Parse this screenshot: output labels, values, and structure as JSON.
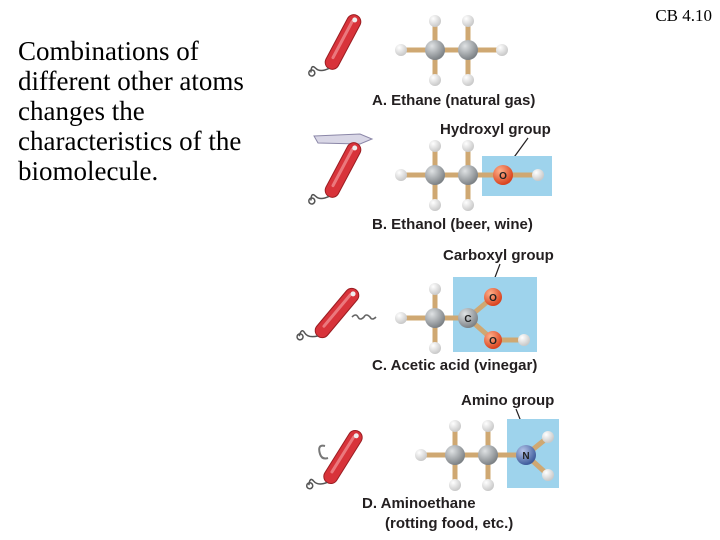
{
  "slide": {
    "body_text_lines": [
      "Combinations of",
      "different other atoms",
      "changes the",
      "characteristics of the",
      "biomolecule."
    ],
    "reference": "CB 4.10"
  },
  "figure": {
    "panel_a": {
      "label": "A. Ethane (natural gas)"
    },
    "panel_b": {
      "group_label": "Hydroxyl group",
      "label": "B. Ethanol (beer, wine)",
      "atom_o": "O"
    },
    "panel_c": {
      "group_label": "Carboxyl group",
      "label": "C. Acetic acid (vinegar)",
      "atom_c": "C",
      "atom_o1": "O",
      "atom_o2": "O"
    },
    "panel_d": {
      "group_label": "Amino group",
      "label_line1": "D. Aminoethane",
      "label_line2": "(rotting food, etc.)",
      "atom_n": "N"
    }
  },
  "colors": {
    "knife_red": "#d8333a",
    "highlight_blue": "#9ed3ec",
    "carbon_gray": "#8a8f93",
    "hydrogen_white": "#e8e8e8",
    "oxygen_red": "#e0502a",
    "nitrogen_blue": "#5a78b5",
    "bond_tan": "#cfa872"
  }
}
